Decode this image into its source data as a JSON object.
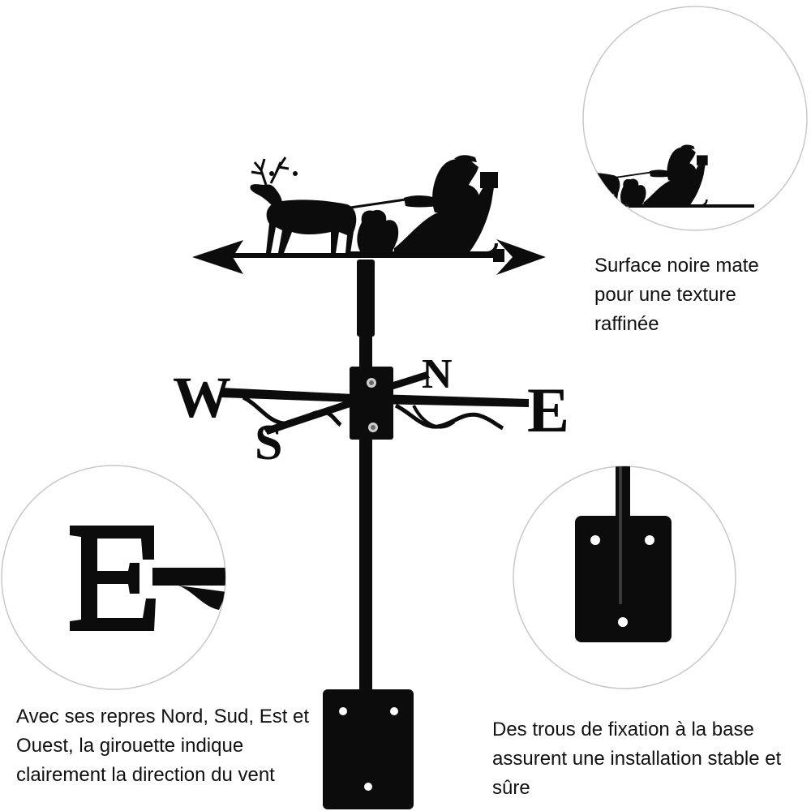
{
  "product": {
    "compass_letters": {
      "west": "W",
      "east": "E",
      "north": "N",
      "south": "S"
    }
  },
  "captions": {
    "finish": "Surface noire mate pour une texture raffinée",
    "directions": "Avec ses repres Nord, Sud, Est et Ouest, la girouette indique clairement la direction du vent",
    "mounting": "Des trous de fixation à la base assurent une installation stable et sûre"
  },
  "colors": {
    "metal": "#0c0c0c",
    "circle_border": "#c8c8c8",
    "text": "#111111",
    "background": "#ffffff"
  }
}
